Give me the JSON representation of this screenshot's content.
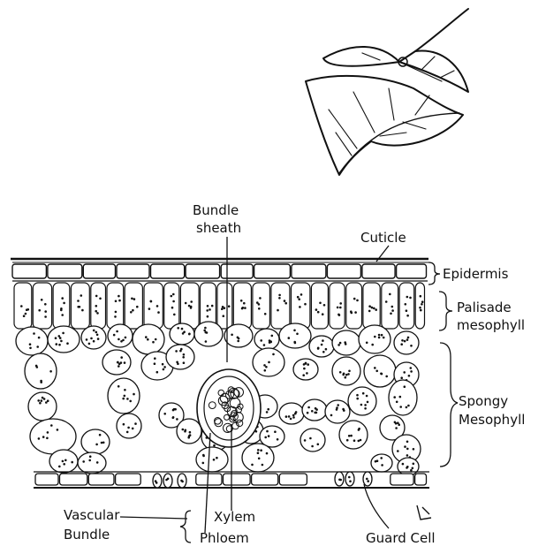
{
  "diagram": {
    "labels": {
      "bundle_sheath_line1": "Bundle",
      "bundle_sheath_line2": "sheath",
      "cuticle": "Cuticle",
      "epidermis": "Epidermis",
      "palisade_line1": "Palisade",
      "palisade_line2": "mesophyll",
      "spongy_line1": "Spongy",
      "spongy_line2": "Mesophyll",
      "vascular_line1": "Vascular",
      "vascular_line2": "Bundle",
      "xylem": "Xylem",
      "phloem": "Phloem",
      "guard_cell": "Guard Cell"
    },
    "colors": {
      "ink": "#111111",
      "paper": "#ffffff"
    }
  }
}
